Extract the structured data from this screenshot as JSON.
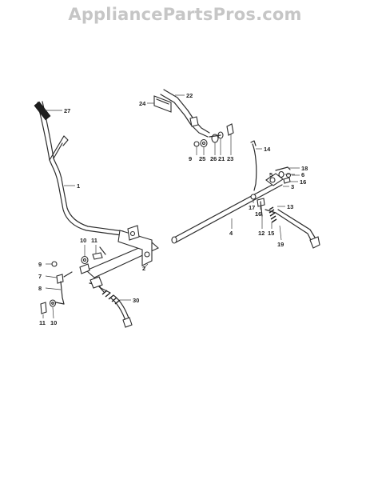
{
  "watermark": "AppliancePartsPros.com",
  "callouts": [
    {
      "id": "c27",
      "label": "27"
    },
    {
      "id": "c22",
      "label": "22"
    },
    {
      "id": "c24",
      "label": "24"
    },
    {
      "id": "c9a",
      "label": "9"
    },
    {
      "id": "c25",
      "label": "25"
    },
    {
      "id": "c26",
      "label": "26"
    },
    {
      "id": "c21",
      "label": "21"
    },
    {
      "id": "c23",
      "label": "23"
    },
    {
      "id": "c14",
      "label": "14"
    },
    {
      "id": "c18",
      "label": "18"
    },
    {
      "id": "c5",
      "label": "5"
    },
    {
      "id": "c6",
      "label": "6"
    },
    {
      "id": "c16a",
      "label": "16"
    },
    {
      "id": "c3",
      "label": "3"
    },
    {
      "id": "c1",
      "label": "1"
    },
    {
      "id": "c17",
      "label": "17"
    },
    {
      "id": "c16b",
      "label": "16"
    },
    {
      "id": "c13",
      "label": "13"
    },
    {
      "id": "c4",
      "label": "4"
    },
    {
      "id": "c12",
      "label": "12"
    },
    {
      "id": "c15",
      "label": "15"
    },
    {
      "id": "c19",
      "label": "19"
    },
    {
      "id": "c10a",
      "label": "10"
    },
    {
      "id": "c11a",
      "label": "11"
    },
    {
      "id": "c9b",
      "label": "9"
    },
    {
      "id": "c2",
      "label": "2"
    },
    {
      "id": "c7",
      "label": "7"
    },
    {
      "id": "c8",
      "label": "8"
    },
    {
      "id": "c30",
      "label": "30"
    },
    {
      "id": "c11b",
      "label": "11"
    },
    {
      "id": "c10b",
      "label": "10"
    }
  ]
}
